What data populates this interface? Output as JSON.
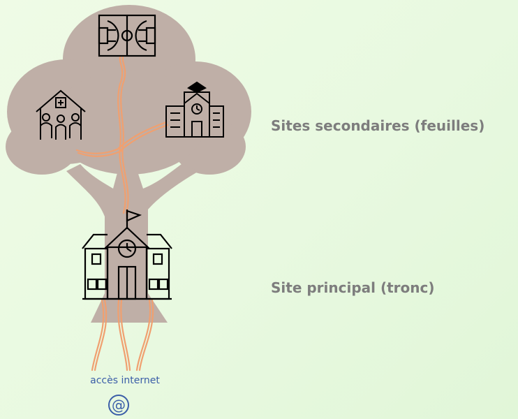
{
  "labels": {
    "secondary_sites": "Sites secondaires (feuilles)",
    "main_site": "Site principal (tronc)",
    "internet_access": "accès internet"
  },
  "icons": {
    "at_sign": "@",
    "basketball_court": "basketball-court-icon",
    "health_center": "health-center-icon",
    "school": "school-icon",
    "main_school": "main-school-icon"
  },
  "colors": {
    "tree": "#bfafa7",
    "cable": "#f0a070",
    "text_label": "#7d7d7d",
    "internet_text": "#3b5ea8"
  }
}
